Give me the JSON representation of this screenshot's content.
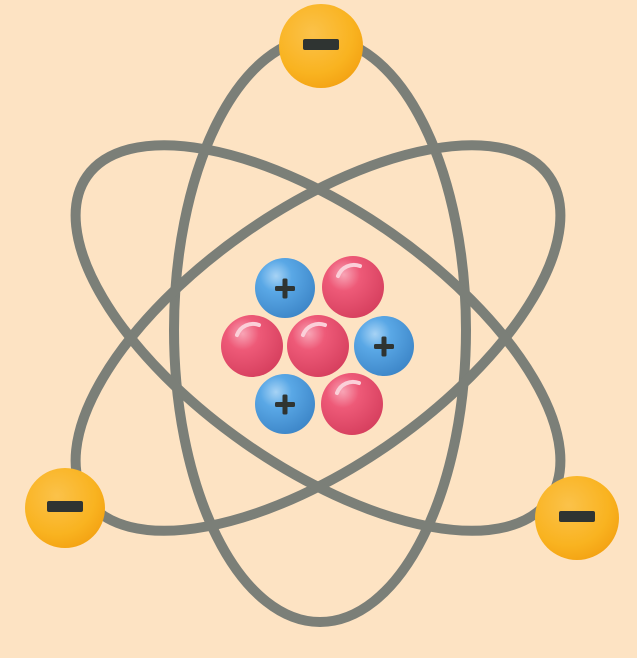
{
  "background": "#FDE3C3",
  "orbit_color": "#7B7F78",
  "proton": {
    "color": "#5AA8E6",
    "edge": "#3D86C8",
    "highlight": "#A7D3F5",
    "sign": "+"
  },
  "neutron": {
    "color": "#EE5A78",
    "edge": "#D63F5E",
    "highlight": "#F8A5B6"
  },
  "electron": {
    "color": "#F9B320",
    "edge": "#F5A10F",
    "sign": "−"
  },
  "sign_color": "#2F3432",
  "nucleus": {
    "protons": 3,
    "neutrons": 4
  },
  "electrons": 3,
  "orbits": 3
}
